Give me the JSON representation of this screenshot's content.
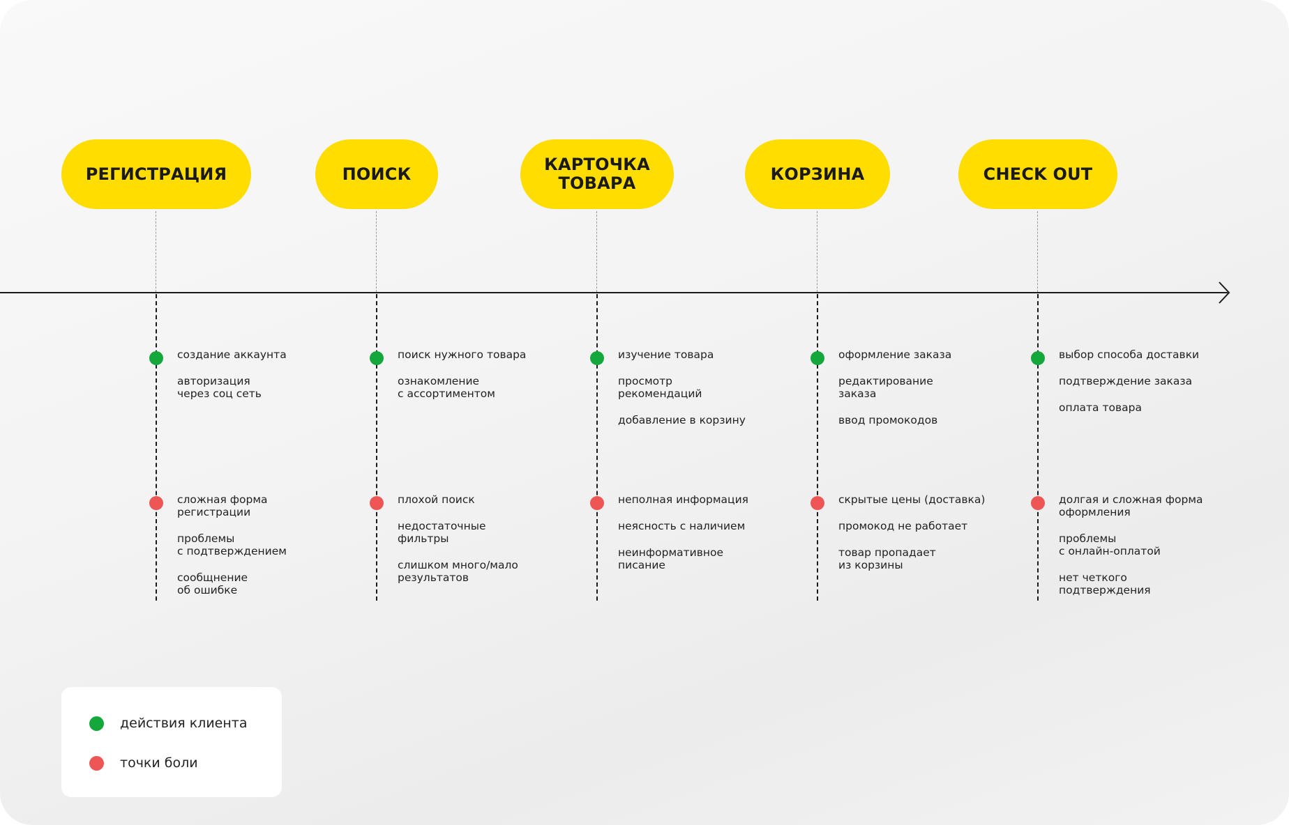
{
  "stages": [
    {
      "label": "РЕГИСТРАЦИЯ"
    },
    {
      "label": "ПОИСК"
    },
    {
      "label": "КАРТОЧКА\nТОВАРА"
    },
    {
      "label": "КОРЗИНА"
    },
    {
      "label": "CHECK OUT"
    }
  ],
  "actions": [
    [
      "создание аккаунта",
      "авторизация\nчерез соц сеть"
    ],
    [
      "поиск нужного товара",
      "ознакомление\nс ассортиментом"
    ],
    [
      "изучение товара",
      "просмотр\nрекомендаций",
      "добавление в корзину"
    ],
    [
      "оформление заказа",
      "редактирование\nзаказа",
      "ввод промокодов"
    ],
    [
      "выбор способа доставки",
      "подтверждение заказа",
      "оплата товара"
    ]
  ],
  "pains": [
    [
      "сложная форма\nрегистрации",
      "проблемы\nс подтверждением",
      "сообщнение\nоб ошибке"
    ],
    [
      "плохой поиск",
      "недостаточные\nфильтры",
      "слишком много/мало\nрезультатов"
    ],
    [
      "неполная информация",
      "неясность с наличием",
      "неинформативное\nписание"
    ],
    [
      "скрытые цены (доставка)",
      "промокод не работает",
      "товар пропадает\nиз корзины"
    ],
    [
      "долгая и сложная форма\nоформления",
      "проблемы\nс онлайн-оплатой",
      "нет четкого\nподтверждения"
    ]
  ],
  "legend": {
    "actions_label": "действия клиента",
    "pains_label": "точки боли"
  },
  "colors": {
    "stage_fill": "#ffdd00",
    "action_dot": "#14a83c",
    "pain_dot": "#ee5555"
  }
}
